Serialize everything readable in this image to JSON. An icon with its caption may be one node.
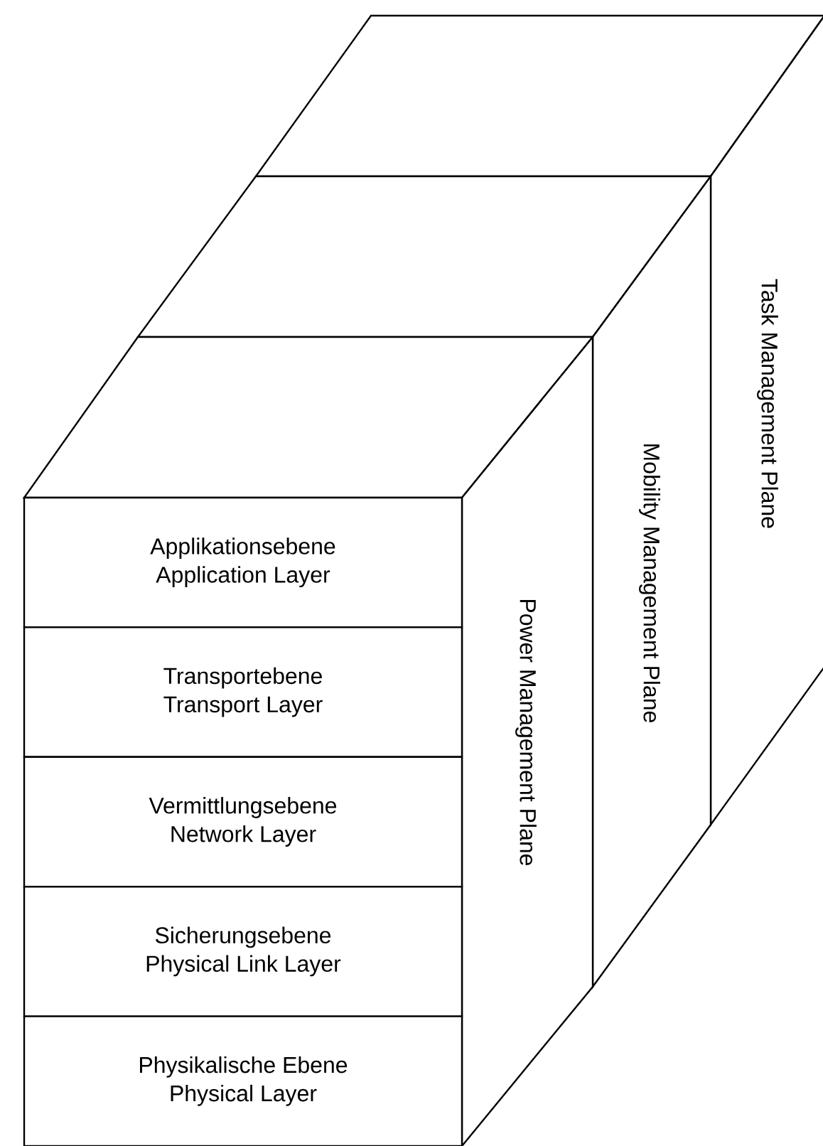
{
  "diagram": {
    "nodes": [
      {
        "text": [
          "Applikationsebene",
          "Application Layer"
        ]
      },
      {
        "text": [
          "Transportebene",
          "Transport Layer"
        ]
      },
      {
        "text": [
          "Vermittlungsebene",
          "Network Layer"
        ]
      },
      {
        "text": [
          "Sicherungsebene",
          "Physical Link Layer"
        ]
      },
      {
        "text": [
          "Physikalische Ebene",
          "Physical Layer"
        ]
      },
      {
        "text": [
          "Power Management Plane"
        ]
      },
      {
        "text": [
          "Mobility Management Plane"
        ]
      },
      {
        "text": [
          "Task Management Plane"
        ]
      }
    ]
  }
}
